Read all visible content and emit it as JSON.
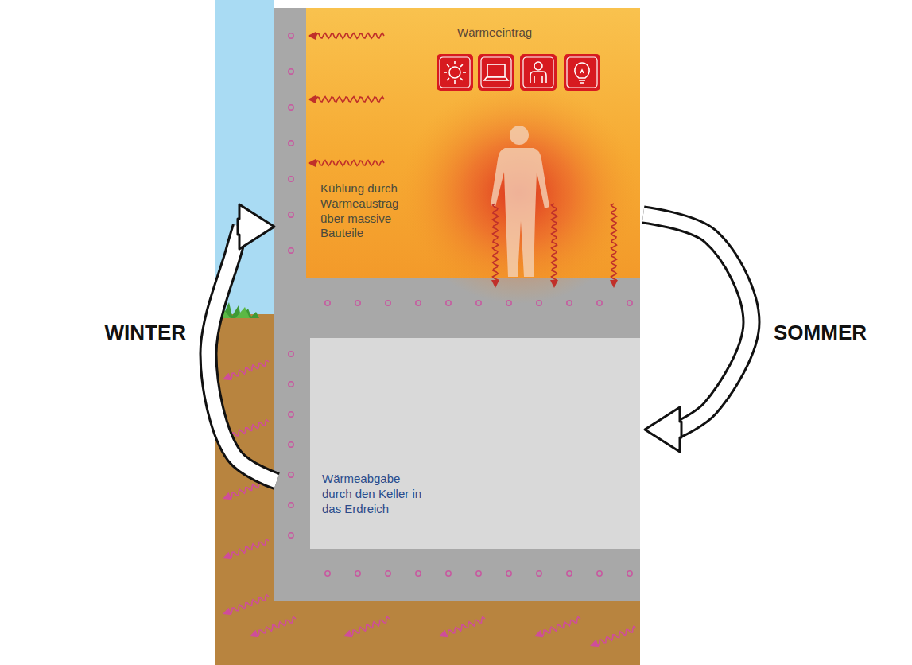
{
  "diagram": {
    "nodes": [
      {
        "text": [
          "Wärmeeintrag",
          "Kühlung durch Wärmeaustrag über massive Bauteile"
        ]
      },
      {
        "text": [
          "Wärmeabgabe durch den Keller in das Erdreich"
        ]
      }
    ],
    "edges": [
      {
        "from": 1,
        "to": 0,
        "arrow": "to",
        "label": "WINTER"
      },
      {
        "from": 0,
        "to": 1,
        "arrow": "to",
        "label": "SOMMER"
      }
    ]
  }
}
